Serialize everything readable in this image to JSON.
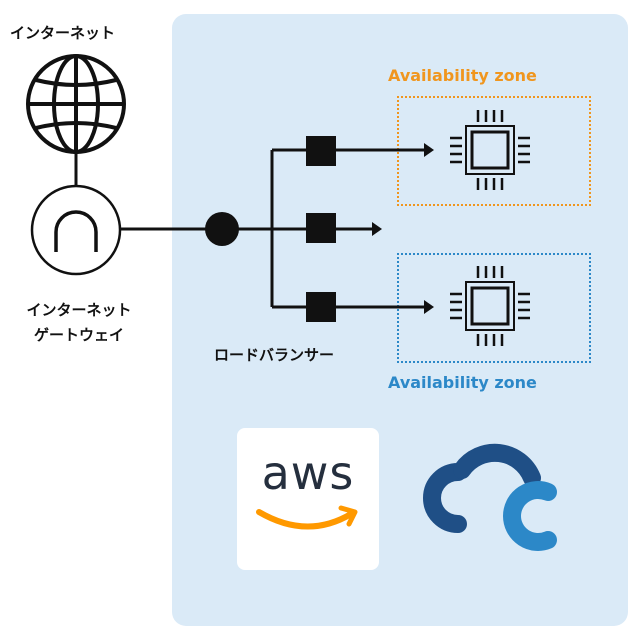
{
  "labels": {
    "internet": "インターネット",
    "igw_line1": "インターネット",
    "igw_line2": "ゲートウェイ",
    "load_balancer": "ロードバランサー",
    "az_top": "Availability zone",
    "az_bottom": "Availability zone"
  },
  "logos": {
    "aws_text": "aws"
  },
  "colors": {
    "panel": "#daeaf7",
    "az_orange": "#f0961e",
    "az_blue": "#2c88c8",
    "logo_dark_blue": "#1f4f86",
    "logo_light_blue": "#2c88c8",
    "aws_orange": "#ff9900"
  },
  "icons": [
    "globe-icon",
    "gateway-icon",
    "load-balancer-node-icon",
    "cpu-icon",
    "aws-logo",
    "cloud-logo"
  ]
}
